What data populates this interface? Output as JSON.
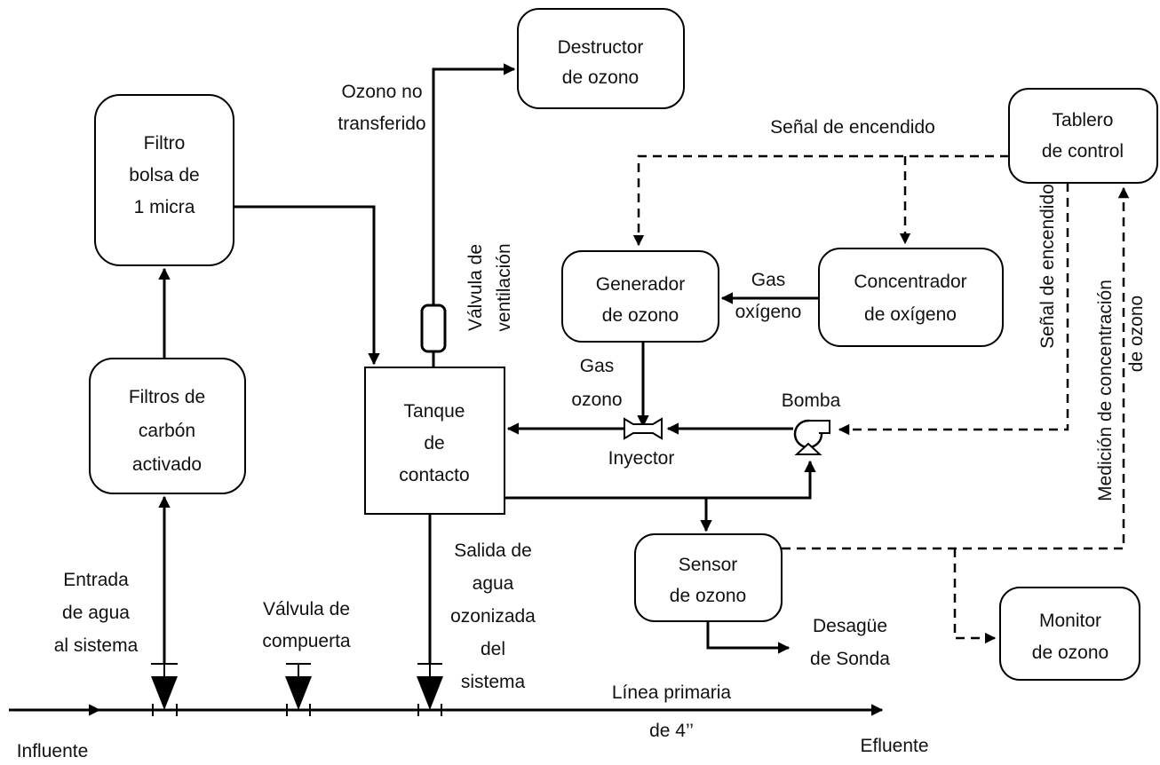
{
  "nodes": {
    "destructor": [
      "Destructor",
      "de ozono"
    ],
    "filtro_bolsa": [
      "Filtro",
      "bolsa de",
      "1 micra"
    ],
    "tablero": [
      "Tablero",
      "de control"
    ],
    "generador": [
      "Generador",
      "de ozono"
    ],
    "concentrador": [
      "Concentrador",
      "de oxígeno"
    ],
    "filtros_carbon": [
      "Filtros de",
      "carbón",
      "activado"
    ],
    "tanque": [
      "Tanque",
      "de",
      "contacto"
    ],
    "sensor": [
      "Sensor",
      "de ozono"
    ],
    "monitor": [
      "Monitor",
      "de ozono"
    ]
  },
  "labels": {
    "ozono_no_transferido": [
      "Ozono no",
      "transferido"
    ],
    "valvula_ventilacion": [
      "Válvula de",
      "ventilación"
    ],
    "senal_encendido_top": "Señal de encendido",
    "senal_encendido_side": "Señal de encendido",
    "medicion_concentracion": [
      "Medición de concentración",
      "de ozono"
    ],
    "gas_oxigeno": [
      "Gas",
      "oxígeno"
    ],
    "gas_ozono": [
      "Gas",
      "ozono"
    ],
    "bomba": "Bomba",
    "inyector": "Inyector",
    "entrada_agua": [
      "Entrada",
      "de agua",
      "al sistema"
    ],
    "valvula_compuerta": [
      "Válvula de",
      "compuerta"
    ],
    "salida_agua": [
      "Salida de",
      "agua",
      "ozonizada",
      "del",
      "sistema"
    ],
    "desague": [
      "Desagüe",
      "de Sonda"
    ],
    "linea_primaria": [
      "Línea primaria",
      "de 4’’"
    ],
    "influente": "Influente",
    "efluente": "Efluente"
  }
}
